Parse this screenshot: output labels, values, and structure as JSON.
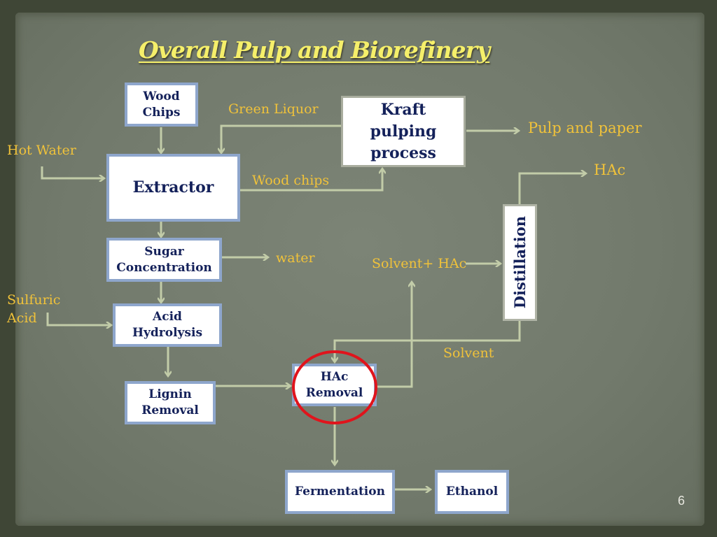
{
  "title": "Overall Pulp and Biorefinery",
  "boxes": {
    "wood_chips": [
      "Wood",
      "Chips"
    ],
    "kraft": [
      "Kraft",
      "pulping",
      "process"
    ],
    "extractor": "Extractor",
    "sugar": [
      "Sugar",
      "Concentration"
    ],
    "acid": [
      "Acid",
      "Hydrolysis"
    ],
    "lignin": [
      "Lignin",
      "Removal"
    ],
    "hac_removal": [
      "HAc",
      "Removal"
    ],
    "fermentation": "Fermentation",
    "ethanol": "Ethanol",
    "distillation": "Distillation"
  },
  "labels": {
    "green_liquor": "Green Liquor",
    "pulp_paper": "Pulp and paper",
    "hot_water": "Hot Water",
    "hac": "HAc",
    "wood_chips": "Wood chips",
    "water": "water",
    "solvent_hac": "Solvent+ HAc",
    "sulfuric": [
      "Sulfuric",
      "Acid"
    ],
    "solvent": "Solvent"
  },
  "page_number": "6",
  "colors": {
    "arrow": "#c2cca8",
    "label": "#f0c23a",
    "highlight": "#e0141c",
    "title": "#f5ef6a"
  }
}
